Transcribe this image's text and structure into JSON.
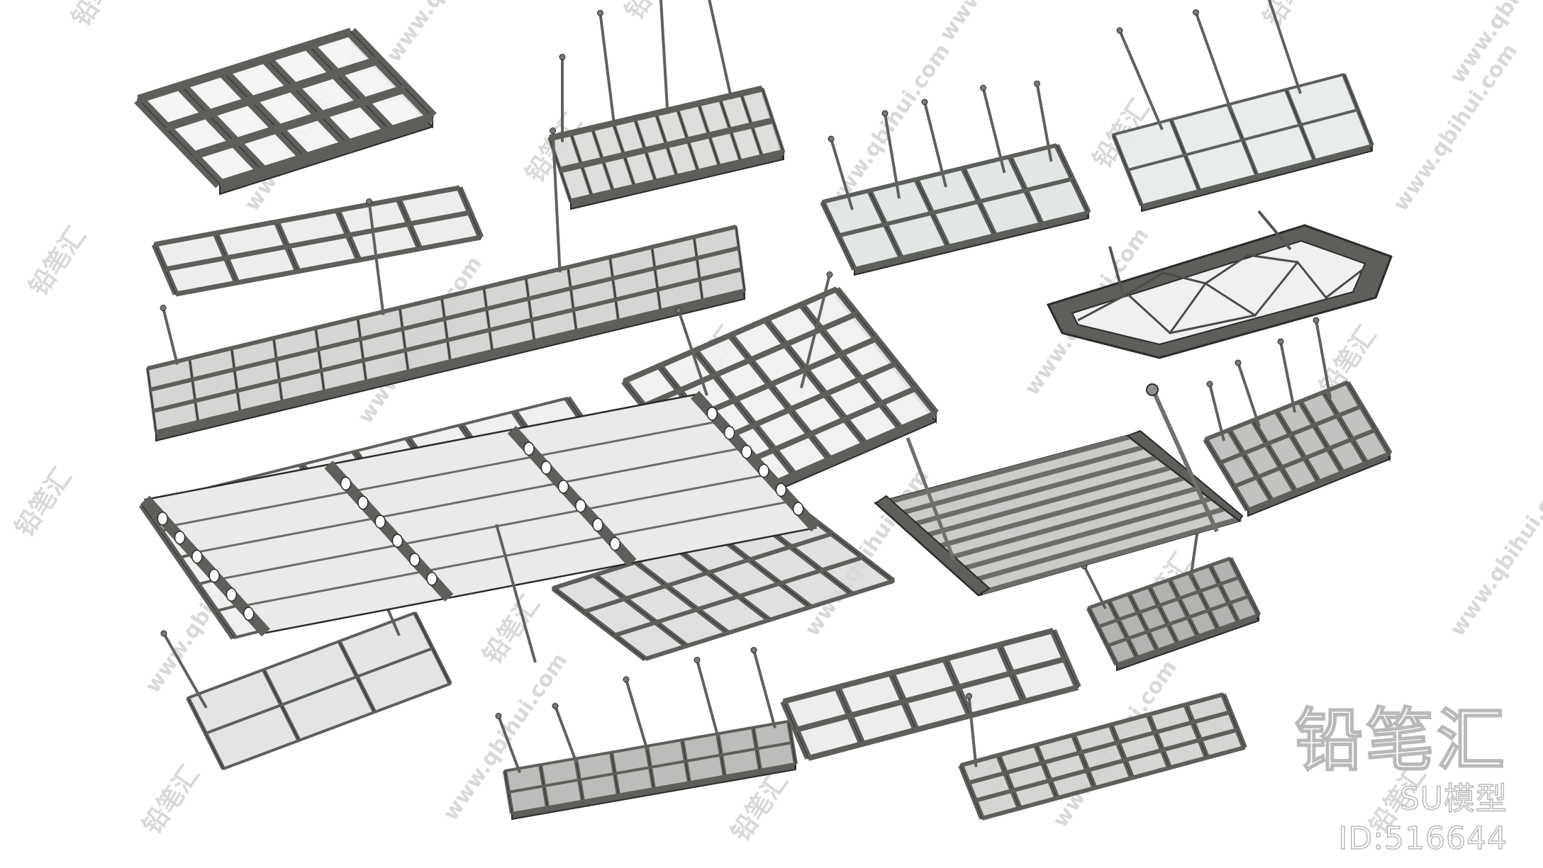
{
  "watermarks": {
    "site": "www.qbihui.com",
    "logo": "铅笔汇"
  },
  "brand": {
    "logo": "铅笔汇",
    "model_id": "SU模型ID:516644"
  },
  "colors": {
    "frame_dark": "#5d5f5b",
    "frame_mid": "#8e908c",
    "glass": "#dfe3e1",
    "outline": "#2b2b2b",
    "watermark": "#d6d6d6"
  }
}
